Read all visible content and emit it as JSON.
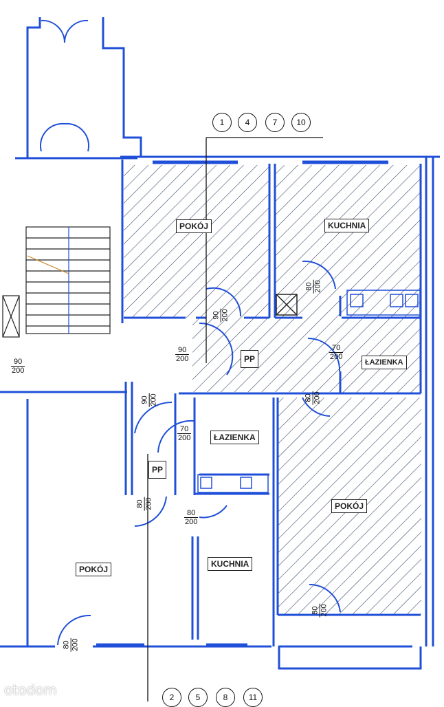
{
  "rooms": {
    "pokoj_top": "POKÓJ",
    "kuchnia_top": "KUCHNIA",
    "lazienka_right": "ŁAZIENKA",
    "pp_upper": "PP",
    "lazienka_mid": "ŁAZIENKA",
    "pp_lower": "PP",
    "kuchnia_lower": "KUCHNIA",
    "pokoj_right": "POKÓJ",
    "pokoj_left": "POKÓJ"
  },
  "dimensions": {
    "d1": {
      "num": "90",
      "den": "200"
    },
    "d2": {
      "num": "80",
      "den": "200"
    },
    "d3": {
      "num": "90",
      "den": "200"
    },
    "d4": {
      "num": "70",
      "den": "200"
    },
    "d5": {
      "num": "90",
      "den": "200"
    },
    "d6": {
      "num": "80",
      "den": "200"
    },
    "d7": {
      "num": "90",
      "den": "200"
    },
    "d8": {
      "num": "70",
      "den": "200"
    },
    "d9": {
      "num": "80",
      "den": "200"
    },
    "d10": {
      "num": "80",
      "den": "200"
    },
    "d11": {
      "num": "80",
      "den": "200"
    },
    "d12": {
      "num": "80",
      "den": "200"
    }
  },
  "unit_numbers_top": [
    "1",
    "4",
    "7",
    "10"
  ],
  "unit_numbers_bottom": [
    "2",
    "5",
    "8",
    "11"
  ],
  "watermark": "otodom",
  "colors": {
    "wall": "#1f4fd8",
    "hatch": "#3a4a6a",
    "line": "#111111"
  }
}
